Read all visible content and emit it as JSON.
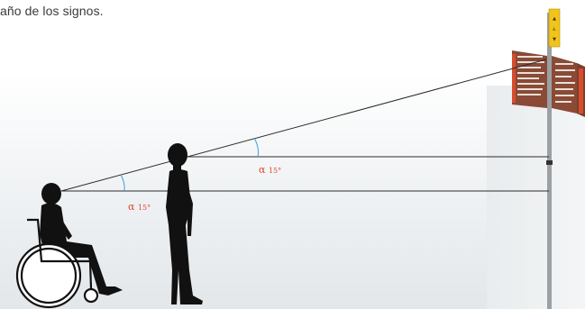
{
  "caption": "año de los signos.",
  "angles": [
    {
      "symbol": "α",
      "value": "15°"
    },
    {
      "symbol": "α",
      "value": "15°"
    }
  ],
  "colors": {
    "text": "#3a3a3a",
    "angle": "#e0472b",
    "silhouette": "#111111",
    "sign_board": "#8a4a35",
    "sign_tag": "#f2c318",
    "pole": "#9aa0a4",
    "lines": "#2b2b2b"
  }
}
